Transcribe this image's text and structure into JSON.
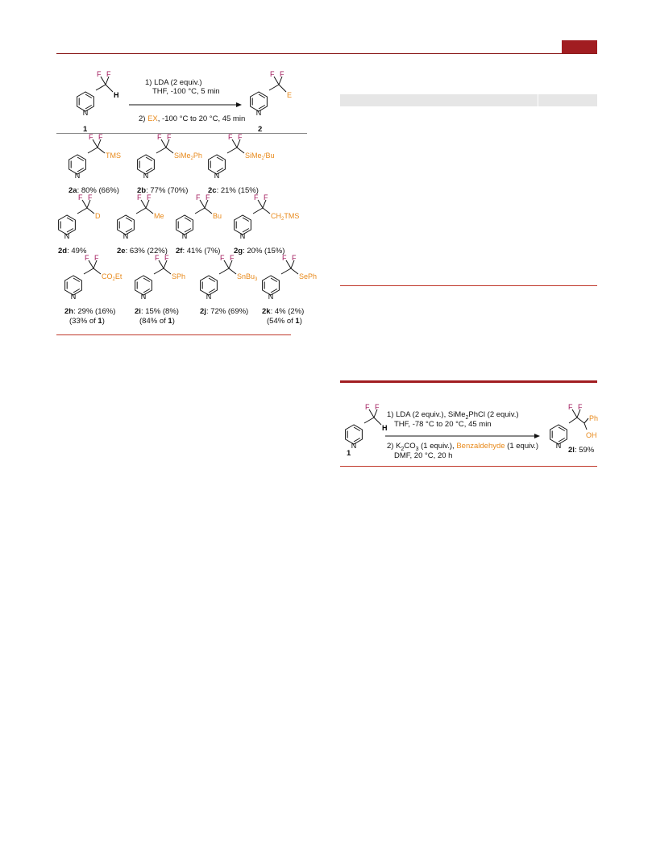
{
  "scheme1": {
    "reagent_top_line1": "1) LDA (2 equiv.)",
    "reagent_top_line2": "THF, -100 °C, 5 min",
    "reagent_bottom_prefix": "2) ",
    "reagent_bottom_ex": "EX",
    "reagent_bottom_suffix": ", -100 °C to 20 °C, 45 min",
    "start_label": "1",
    "product_label": "2",
    "start_h": "H",
    "product_e": "E",
    "f": "F",
    "n": "N",
    "products": [
      {
        "id": "2a",
        "group": "TMS",
        "yield": ": 80% (66%)",
        "note": ""
      },
      {
        "id": "2b",
        "group": "SiMe2Ph",
        "yield": ": 77% (70%)",
        "note": ""
      },
      {
        "id": "2c",
        "group": "SiMe2tBu",
        "yield": ": 21% (15%)",
        "note": ""
      },
      {
        "id": "2d",
        "group": "D",
        "yield": ": 49%",
        "note": ""
      },
      {
        "id": "2e",
        "group": "Me",
        "yield": ": 63% (22%)",
        "note": ""
      },
      {
        "id": "2f",
        "group": "Bu",
        "yield": ": 41% (7%)",
        "note": ""
      },
      {
        "id": "2g",
        "group": "CH2TMS",
        "yield": ": 20% (15%)",
        "note": ""
      },
      {
        "id": "2h",
        "group": "CO2Et",
        "yield": ": 29% (16%)",
        "note_prefix": "(33% of ",
        "note_bold": "1",
        "note_suffix": ")"
      },
      {
        "id": "2i",
        "group": "SPh",
        "yield": ": 15% (8%)",
        "note_prefix": "(84% of ",
        "note_bold": "1",
        "note_suffix": ")"
      },
      {
        "id": "2j",
        "group": "SnBu3",
        "yield": ": 72% (69%)",
        "note": ""
      },
      {
        "id": "2k",
        "group": "SePh",
        "yield": ": 4% (2%)",
        "note_prefix": "(54% of ",
        "note_bold": "1",
        "note_suffix": ")"
      }
    ]
  },
  "scheme2": {
    "line1_prefix": "1) LDA (2 equiv.), SiMe",
    "line1_suffix": "PhCl (2 equiv.)",
    "line2": "THF, -78 °C to 20 °C, 45 min",
    "line3_prefix": "2) K",
    "line3_mid": "CO",
    "line3_after": " (1 equiv.), ",
    "line3_reagent": "Benzaldehyde",
    "line3_tail": " (1 equiv.)",
    "line4": "DMF, 20 °C, 20 h",
    "start_label": "1",
    "product_id": "2l",
    "product_yield": ": 59%",
    "ph": "Ph",
    "oh": "OH",
    "h": "H"
  },
  "colors": {
    "fluorine": "#a0185a",
    "electrophile": "#e8891a",
    "header_red": "#a11d21",
    "rule_red": "#c0392b"
  }
}
